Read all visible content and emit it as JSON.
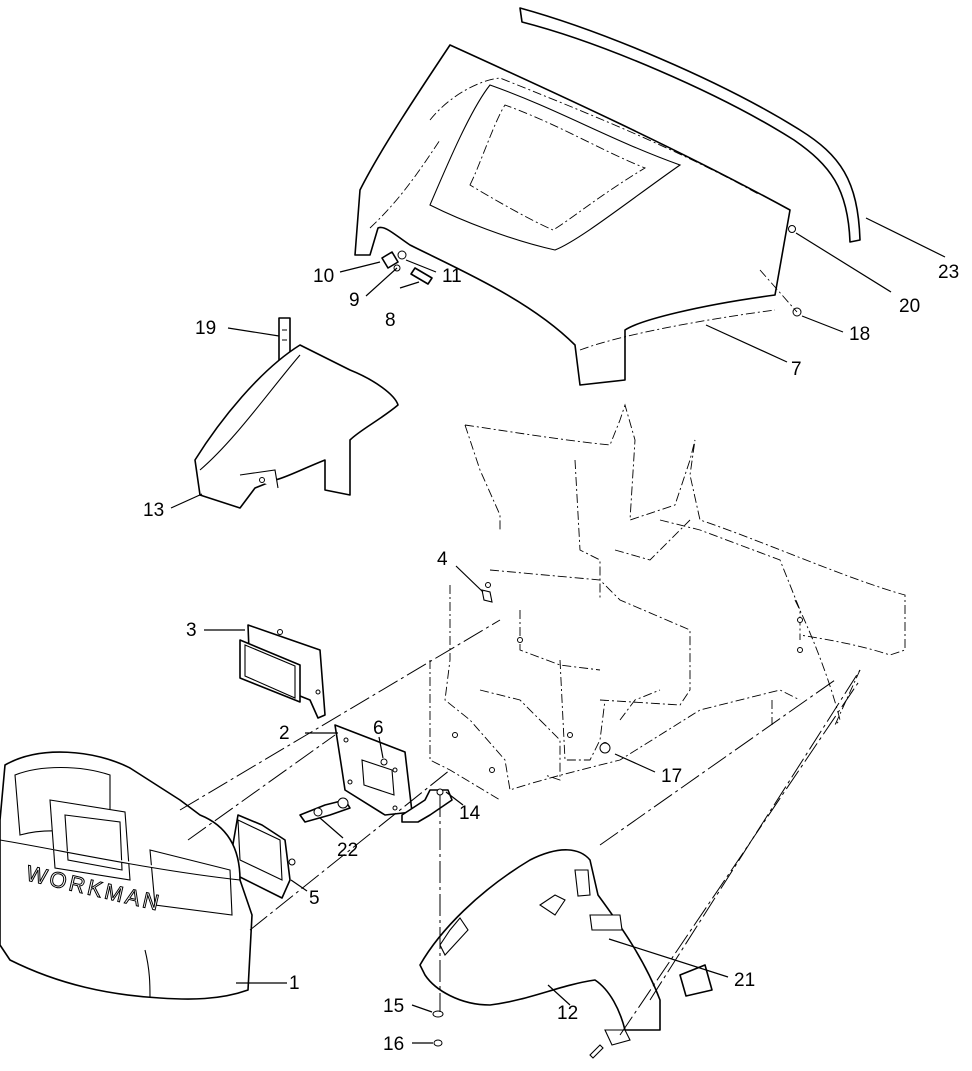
{
  "diagram": {
    "emboss_text": "WORKMAN",
    "callouts": [
      {
        "id": "1",
        "label": "1"
      },
      {
        "id": "2",
        "label": "2"
      },
      {
        "id": "3",
        "label": "3"
      },
      {
        "id": "4",
        "label": "4"
      },
      {
        "id": "5",
        "label": "5"
      },
      {
        "id": "6",
        "label": "6"
      },
      {
        "id": "7",
        "label": "7"
      },
      {
        "id": "8",
        "label": "8"
      },
      {
        "id": "9",
        "label": "9"
      },
      {
        "id": "10",
        "label": "10"
      },
      {
        "id": "11",
        "label": "11"
      },
      {
        "id": "12",
        "label": "12"
      },
      {
        "id": "13",
        "label": "13"
      },
      {
        "id": "14",
        "label": "14"
      },
      {
        "id": "15",
        "label": "15"
      },
      {
        "id": "16",
        "label": "16"
      },
      {
        "id": "17",
        "label": "17"
      },
      {
        "id": "18",
        "label": "18"
      },
      {
        "id": "19",
        "label": "19"
      },
      {
        "id": "20",
        "label": "20"
      },
      {
        "id": "21",
        "label": "21"
      },
      {
        "id": "22",
        "label": "22"
      },
      {
        "id": "23",
        "label": "23"
      }
    ]
  }
}
